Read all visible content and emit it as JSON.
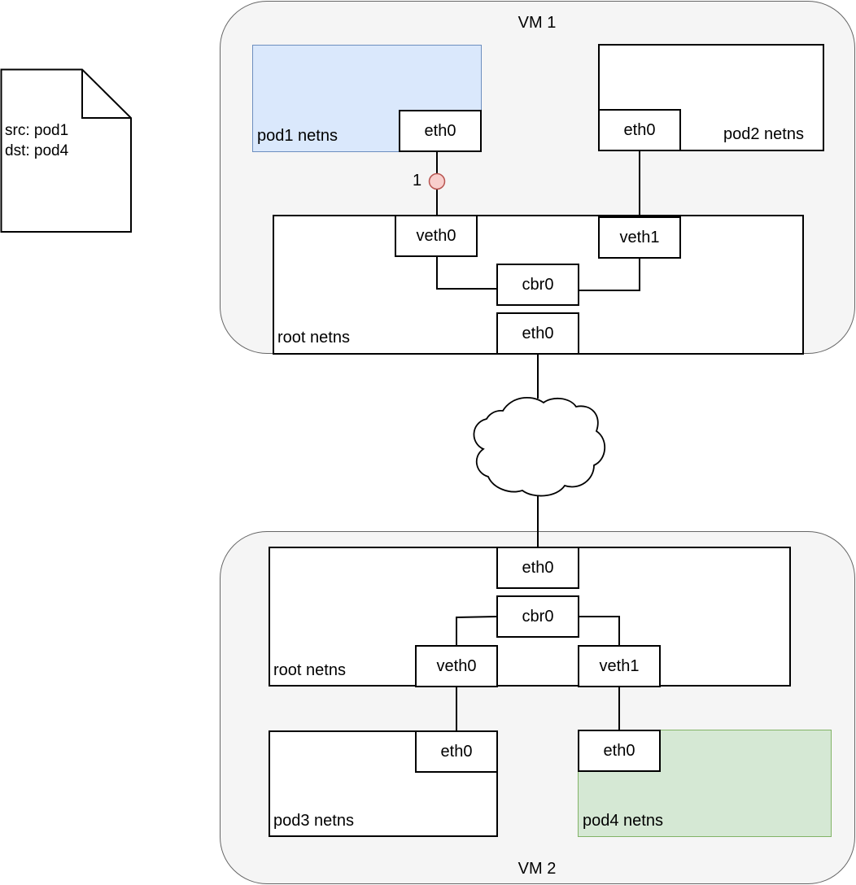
{
  "packet": {
    "icon": "document-icon",
    "lines": [
      "src: pod1",
      "dst: pod4"
    ]
  },
  "vm1": {
    "title": "VM 1",
    "pod1": {
      "label": "pod1 netns",
      "iface": "eth0",
      "fill": "#dae8fc",
      "stroke": "#6c8ebf"
    },
    "pod2": {
      "label": "pod2 netns",
      "iface": "eth0"
    },
    "root": {
      "label": "root netns",
      "veth0": "veth0",
      "veth1": "veth1",
      "bridge": "cbr0",
      "eth0": "eth0"
    },
    "step_marker": {
      "label": "1",
      "fill": "#f8cecc",
      "stroke": "#b85450"
    }
  },
  "network": {
    "icon": "cloud-icon"
  },
  "vm2": {
    "title": "VM 2",
    "root": {
      "label": "root netns",
      "eth0": "eth0",
      "bridge": "cbr0",
      "veth0": "veth0",
      "veth1": "veth1"
    },
    "pod3": {
      "label": "pod3 netns",
      "iface": "eth0"
    },
    "pod4": {
      "label": "pod4 netns",
      "iface": "eth0",
      "fill": "#d5e8d4",
      "stroke": "#82b366"
    }
  }
}
